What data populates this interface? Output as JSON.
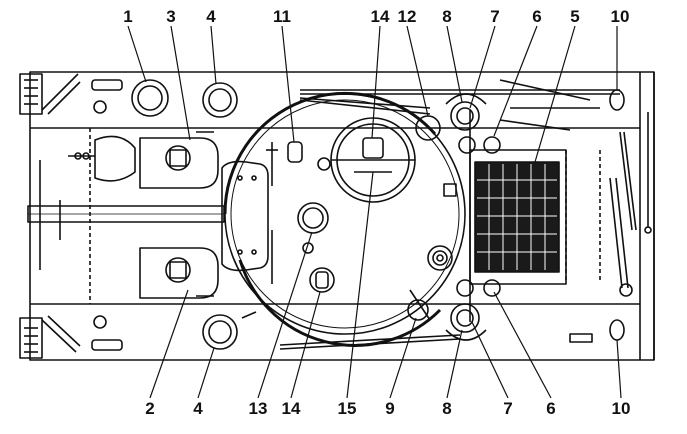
{
  "diagram": {
    "callouts_top": [
      {
        "id": "top-1",
        "label": "1"
      },
      {
        "id": "top-3",
        "label": "3"
      },
      {
        "id": "top-4",
        "label": "4"
      },
      {
        "id": "top-11",
        "label": "11"
      },
      {
        "id": "top-14",
        "label": "14"
      },
      {
        "id": "top-12",
        "label": "12"
      },
      {
        "id": "top-8",
        "label": "8"
      },
      {
        "id": "top-7",
        "label": "7"
      },
      {
        "id": "top-6",
        "label": "6"
      },
      {
        "id": "top-5",
        "label": "5"
      },
      {
        "id": "top-10",
        "label": "10"
      }
    ],
    "callouts_bottom": [
      {
        "id": "bottom-2",
        "label": "2"
      },
      {
        "id": "bottom-4",
        "label": "4"
      },
      {
        "id": "bottom-13",
        "label": "13"
      },
      {
        "id": "bottom-14",
        "label": "14"
      },
      {
        "id": "bottom-15",
        "label": "15"
      },
      {
        "id": "bottom-9",
        "label": "9"
      },
      {
        "id": "bottom-8",
        "label": "8"
      },
      {
        "id": "bottom-7",
        "label": "7"
      },
      {
        "id": "bottom-6",
        "label": "6"
      },
      {
        "id": "bottom-10",
        "label": "10"
      }
    ],
    "colors": {
      "ink": "#111111",
      "paper": "#ffffff",
      "grille": "#1a1a1a"
    }
  }
}
